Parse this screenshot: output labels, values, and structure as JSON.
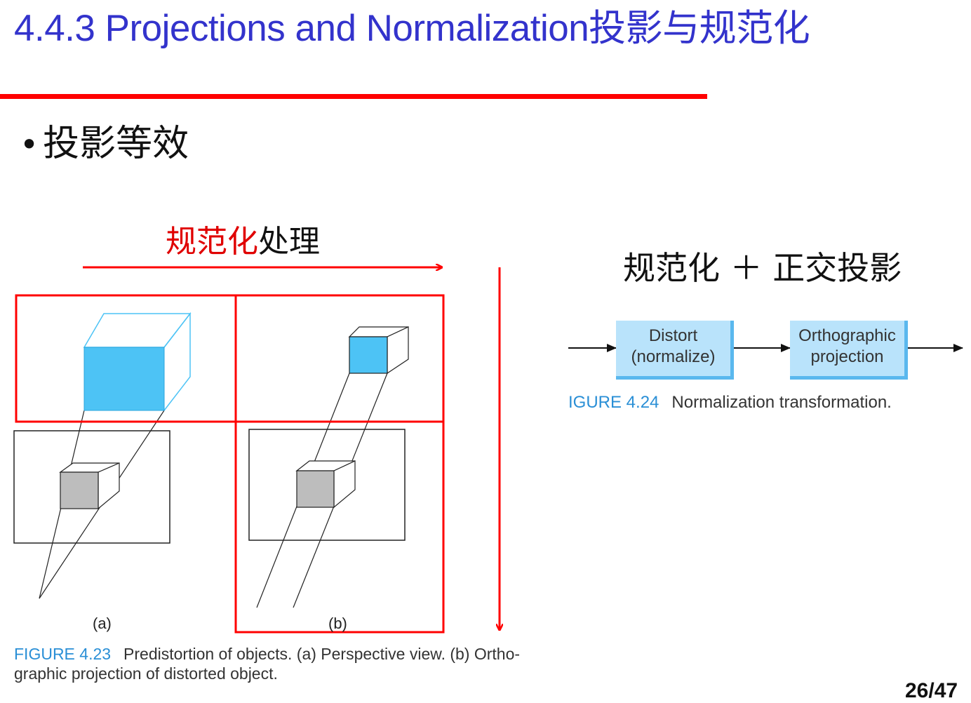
{
  "title": "4.4.3 Projections and Normalization投影与规范化",
  "bullet": "投影等效",
  "normalization_label": {
    "red": "规范化",
    "black": "处理"
  },
  "equation": "规范化 ＋ 正交投影",
  "figure_423": {
    "sub_a": "(a)",
    "sub_b": "(b)",
    "fig_label": "FIGURE 4.23",
    "caption_line1": "Predistortion of objects. (a) Perspective view. (b) Ortho-",
    "caption_line2": "graphic projection of distorted object."
  },
  "figure_424": {
    "box1_line1": "Distort",
    "box1_line2": "(normalize)",
    "box2_line1": "Orthographic",
    "box2_line2": "projection",
    "fig_label": "IGURE 4.24",
    "caption": "Normalization transformation."
  },
  "page_number": "26/47",
  "colors": {
    "title": "#3333cc",
    "accent_red": "#ff0000",
    "cube_blue": "#4dc3f5",
    "gray_cube": "#bdbdbd",
    "box_fill": "#b9e3fb"
  }
}
